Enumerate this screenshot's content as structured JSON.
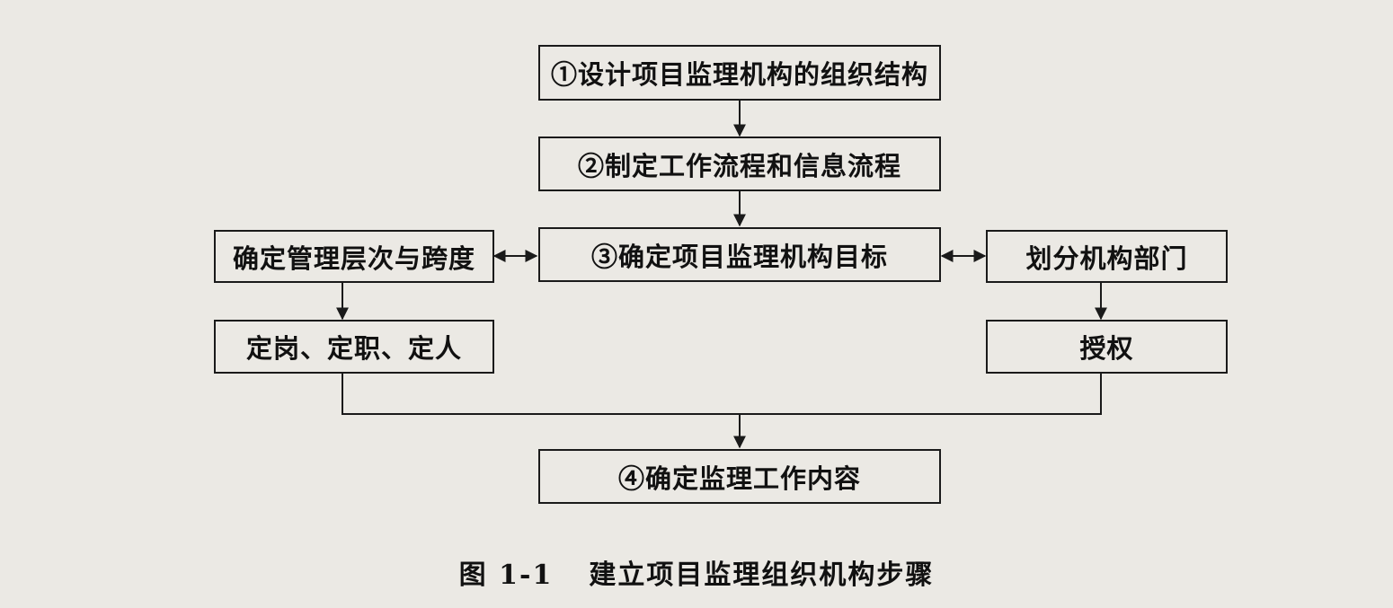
{
  "diagram": {
    "nodes": {
      "step1": "①设计项目监理机构的组织结构",
      "step2": "②制定工作流程和信息流程",
      "step3": "③确定项目监理机构目标",
      "left_top": "确定管理层次与跨度",
      "left_bottom": "定岗、定职、定人",
      "right_top": "划分机构部门",
      "right_bottom": "授权",
      "step4": "④确定监理工作内容"
    }
  },
  "caption": {
    "number": "图 1-1",
    "title": "建立项目监理组织机构步骤"
  }
}
